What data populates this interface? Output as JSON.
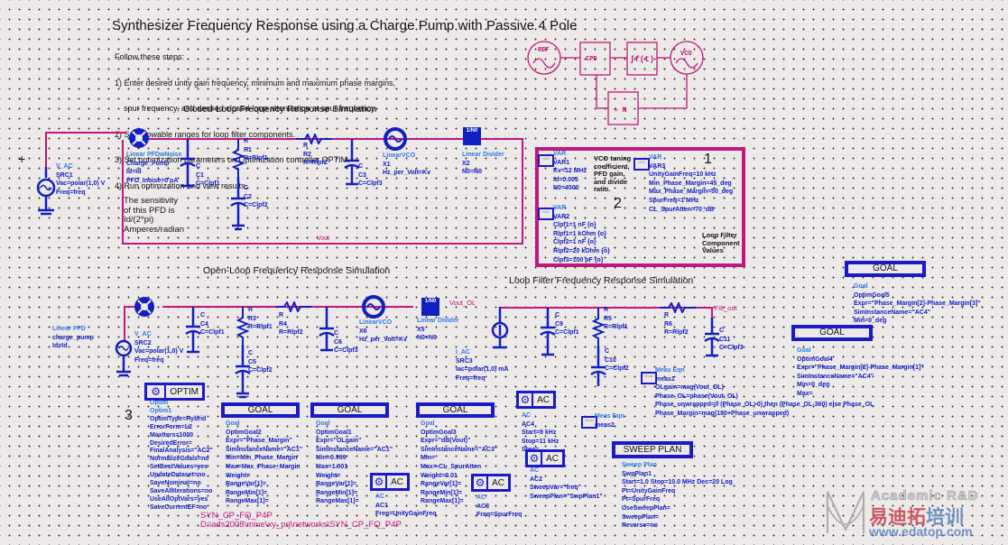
{
  "header": {
    "title": "Synthesizer Frequency Response using a Charge Pump with Passive 4 Pole",
    "steps": [
      "Follow these steps:",
      "1) Enter desired unity gain frequency, minimum and maximum phase margins,",
      "    spur frequency, and desired closed-loop attenuation at spur frequency.",
      "2) Set allowable ranges for loop filter components.",
      "3) Set optimization parameters on Optimization controller OPTIM.",
      "4) Run optimization and view results."
    ]
  },
  "block_diagram": {
    "ref": "REF",
    "cpd": "CPD",
    "filter": "∫f(t)",
    "vco": "VCO",
    "divider": "÷ N"
  },
  "sections": {
    "closed_loop": "Closed-Loop Frequency Response Simulation",
    "open_loop": "Open-Loop Frequency Response Simulation",
    "loop_filter": "Loop Filter Frequency Response Simulation"
  },
  "closed_loop": {
    "src": [
      "V_AC",
      "SRC1",
      "Vac=polar(1,0) V",
      "Freq=freq"
    ],
    "pfd": [
      "Linear PFDwNoise",
      "Charge_Pump",
      "Id=Id",
      "PFD_Inoise=0 pA"
    ],
    "c1": [
      "C",
      "C1",
      "C=Clpf1"
    ],
    "r1": [
      "R",
      "R1",
      "R=Rlpf1"
    ],
    "c2": [
      "C",
      "C2",
      "C=Clpf2"
    ],
    "r2": [
      "R",
      "R2",
      "R=Rlpf2"
    ],
    "c3": [
      "C",
      "C3",
      "C=Clpf3"
    ],
    "vco": [
      "LinearVCO",
      "X1",
      "Hz_per_Volt=Kv"
    ],
    "div": [
      "Linear Divider",
      "X2",
      "N0=N0"
    ],
    "div_symbol": "1/N0",
    "vout": "Vout",
    "note": "The sensitivity\nof this PFD is\nId/(2*pi)\nAmperes/radian"
  },
  "vars": {
    "var1": [
      "VAR",
      "VAR1",
      "Kv=12 MHz",
      "Id=0.005",
      "N0=4500"
    ],
    "var1_note": "VCO tuning\ncoefficient,\nPFD gain,\nand divide\nratio.",
    "var3": [
      "VAR",
      "VAR3",
      "UnityGainFreq=10 kHz",
      "Min_Phase_Margin=45_deg",
      "Max_Phase_Margin=50_deg",
      "SpurFreq=1 MHz",
      "CL_SpurAtten=70_dB"
    ],
    "var2": [
      "VAR",
      "VAR2",
      "Clpf1=1 nF {o}",
      "Rlpf1=1 kOhm {o}",
      "Clpf2=1 nF {o}",
      "Rlpf2=20 kOhm {o}",
      "Clpf3=100 pF {o}"
    ],
    "var2_note": "Loop Filter\nComponent\nValues",
    "num1": "1",
    "num2": "2",
    "num3": "3"
  },
  "open_loop": {
    "pfd_note": [
      "Linear PFD",
      "charge_pump",
      "Id=Id"
    ],
    "src": [
      "V_AC",
      "SRC2",
      "Vac=polar(1,0) V",
      "Freq=freq"
    ],
    "c4": [
      "C",
      "C4",
      "C=Clpf1"
    ],
    "r3": [
      "R",
      "R3",
      "R=Rlpf1"
    ],
    "c5": [
      "C",
      "C5",
      "C=Clpf2"
    ],
    "r4": [
      "R",
      "R4",
      "R=Rlpf2"
    ],
    "c6": [
      "C",
      "C6",
      "C=Clpf3"
    ],
    "vco": [
      "LinearVCO",
      "X6",
      "Hz_per_Volt=Kv"
    ],
    "div": [
      "Linear Divider",
      "X5",
      "N0=N0"
    ],
    "vout": "Vout_OL"
  },
  "loop_filter": {
    "src": [
      "I_AC",
      "SRC3",
      "Iac=polar(1,0) mA",
      "Freq=freq"
    ],
    "c9": [
      "C",
      "C9",
      "C=Clpf1"
    ],
    "r5": [
      "R",
      "R5",
      "R=Rlpf1"
    ],
    "c10": [
      "C",
      "C10",
      "C=Clpf2"
    ],
    "r6": [
      "R",
      "R6",
      "R=Rlpf2"
    ],
    "c11": [
      "C",
      "C11",
      "C=Clpf3"
    ],
    "out": "Filt_out"
  },
  "meas1": [
    "Meas Eqn",
    "meas1",
    "OLgain=mag(Vout_OL)",
    "Phase_OL=phase(Vout_OL)",
    "Phase_unwrapped=if (Phase_OL>0) then (Phase_OL-360) else Phase_OL",
    "Phase_Margin=mag(180+Phase_unwrapped)"
  ],
  "meas2": [
    "Meas Eqn",
    "meas2"
  ],
  "optim": {
    "label": "OPTIM",
    "lines": [
      "Optim",
      "Optim1",
      "OptimType=Hybrid",
      "ErrorForm=L2",
      "MaxIters=1000",
      "DesiredError=",
      "FinalAnalysis=\"AC2\"",
      "NormalizeGoals=no",
      "SetBestValues=yes",
      "UpdateDataset=no",
      "SaveNominal=no",
      "SaveAllIterations=no",
      "UseAllOptVars=yes",
      "SaveCurrentEF=no"
    ]
  },
  "goals": [
    {
      "label": "GOAL",
      "lines": [
        "Goal",
        "OptimGoal2",
        "Expr=\"Phase_Margin\"",
        "SimInstanceName=\"AC1\"",
        "Min=Min_Phase_Margin",
        "Max=Max_Phase_Margin",
        "Weight=",
        "RangeVar[1]=",
        "RangeMin[1]=",
        "RangeMax[1]="
      ]
    },
    {
      "label": "GOAL",
      "lines": [
        "Goal",
        "OptimGoal1",
        "Expr=\"OLgain\"",
        "SimInstanceName=\"AC1\"",
        "Min=0.999",
        "Max=1.001",
        "Weight=",
        "RangeVar[1]=",
        "RangeMin[1]=",
        "RangeMax[1]="
      ]
    },
    {
      "label": "GOAL",
      "lines": [
        "Goal",
        "OptimGoal3",
        "Expr=\"dB(Vout)\"",
        "SimInstanceName=\"AC3\"",
        "Min=",
        "Max=-CL_SpurAtten",
        "Weight=0.01",
        "RangeVar[1]=",
        "RangeMin[1]=",
        "RangeMax[1]="
      ]
    },
    {
      "label": "GOAL",
      "lines": [
        "Goal",
        "OptimGoal5",
        "Expr=\"Phase_Margin[2]-Phase_Margin[3]\"",
        "SimInstanceName=\"AC4\"",
        "Min=0_deg"
      ]
    },
    {
      "label": "GOAL",
      "lines": [
        "Goal",
        "OptimGoal4",
        "Expr=\"Phase_Margin[2]-Phase_Margin[1]\"",
        "SimInstanceName=\"AC4\"",
        "Min=0_deg",
        "Max="
      ]
    }
  ],
  "ac": [
    {
      "label": "AC",
      "lines": [
        "AC",
        "AC1",
        "Freq=UnityGainFreq"
      ]
    },
    {
      "label": "AC",
      "lines": [
        "AC",
        "AC3",
        "Freq=SpurFreq"
      ]
    },
    {
      "label": "AC",
      "lines": [
        "AC",
        "AC4",
        "Start=9 kHz",
        "Stop=11 kHz",
        "Step="
      ]
    },
    {
      "label": "AC",
      "lines": [
        "AC",
        "AC2",
        "SweepVar=\"freq\"",
        "SweepPlan=\"SwpPlan1\""
      ]
    }
  ],
  "sweep": {
    "label": "SWEEP PLAN",
    "lines": [
      "Sweep Plan",
      "SwpPlan1",
      "Start=1.0 Stop=10.0 MHz Dec=20 Log",
      "Pt=UnityGainFreq",
      "Pt=SpurFreq",
      "UseSweepPlan=",
      "SweepPlan=",
      "Reverse=no"
    ]
  },
  "footer": {
    "name": "SYN_CP_FQ_P4P",
    "path": "D:\\ads2008\\mine\\xy_prj\\networks\\SYN_CP_FQ_P4P"
  },
  "watermark": {
    "en": "Academic R&D",
    "cn_red": "易迪拓",
    "cn_blue": "培训",
    "url": "www.edatop.com"
  }
}
